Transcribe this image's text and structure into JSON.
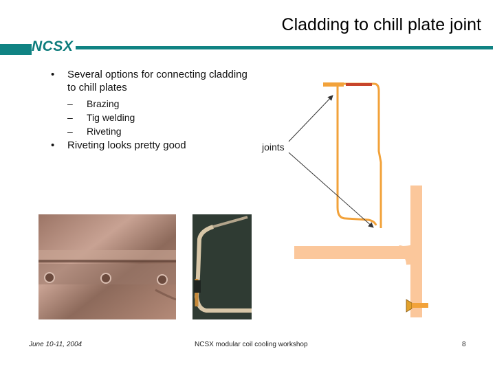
{
  "slide": {
    "title": "Cladding to chill plate joint",
    "logo": "NCSX",
    "bullets": [
      {
        "text": "Several options for connecting cladding to chill plates",
        "subitems": [
          "Brazing",
          "Tig welding",
          "Riveting"
        ]
      },
      {
        "text": "Riveting looks pretty good"
      }
    ],
    "bullet_mark": "•",
    "sub_mark": "–",
    "annotation": "joints",
    "footer": {
      "date": "June 10-11, 2004",
      "workshop": "NCSX modular coil cooling workshop",
      "page": "8"
    },
    "colors": {
      "teal": "#108383",
      "copper": "#f2a23a",
      "chill_plate": "#fbc79b",
      "arrow": "#333333",
      "rivet_red": "#c8452b"
    }
  }
}
